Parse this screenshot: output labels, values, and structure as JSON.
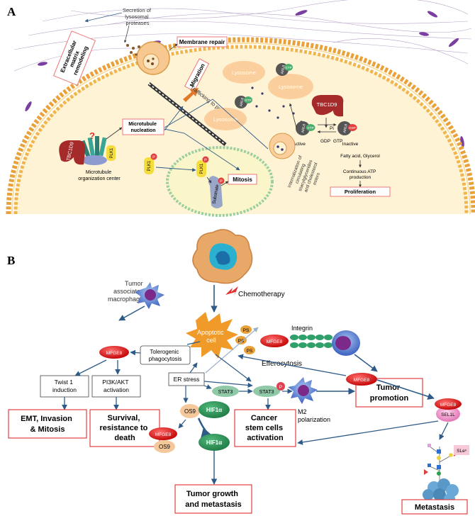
{
  "panel_a": {
    "letter": "A",
    "secretion": [
      "Secretion of",
      "lysosomal",
      "proteases"
    ],
    "ecm": [
      "Extracellular",
      "matrix",
      "remodeling"
    ],
    "membrane_repair": "Membrane repair",
    "migration": "Migration",
    "trafficking": "Trafficking to periphery",
    "lysosome": "Lysosome",
    "arl8": "ARL8",
    "gtp": "GTP",
    "gdp": "GDP",
    "tbc1d9": "TBC1D9",
    "pi": "Pi",
    "active": "Active",
    "inactive": "Inactive",
    "question": "?",
    "plk1": "PLK1",
    "mt_nucleation": [
      "Microtubule",
      "nucleation"
    ],
    "mtoc": [
      "Microtubule",
      "organization center"
    ],
    "mitosis": "Mitosis",
    "substrate": "Substrate",
    "p": "P",
    "internalization": [
      "Internalization of",
      "circulating",
      "triacylglycerides",
      "and cholesterol",
      "esters"
    ],
    "fatty_acid": "Fatty acid, Glycerol",
    "atp": [
      "Continuous ATP",
      "production"
    ],
    "proliferation": "Proliferation"
  },
  "panel_b": {
    "letter": "B",
    "tam": [
      "Tumor",
      "associated",
      "macrophage"
    ],
    "chemotherapy": "Chemotherapy",
    "integrin": "Integrin",
    "ps": "PS",
    "mfge8": "MFGE8",
    "apoptotic": [
      "Apoptotic",
      "cell"
    ],
    "tolerogenic": [
      "Tolerogenic",
      "phagocytosis"
    ],
    "efferocytosis": "Efferocytosis",
    "twist": [
      "Twist 1",
      "induction"
    ],
    "pi3k": [
      "PI3K/AKT",
      "activation"
    ],
    "er_stress": "ER stress",
    "stat3": "STAT3",
    "p": "P",
    "os9": "OS9",
    "hif1a": "HIF1α",
    "sel1l": "SEL1L",
    "emt": [
      "EMT, Invasion",
      "& Mitosis"
    ],
    "survival": [
      "Survival,",
      "resistance to",
      "death"
    ],
    "tumor_promotion": [
      "Tumor",
      "promotion"
    ],
    "cancer_stem": [
      "Cancer",
      "stem cells",
      "activation"
    ],
    "m2": [
      "M2",
      "polarization"
    ],
    "tumor_growth": [
      "Tumor growth",
      "and metastasis"
    ],
    "metastasis": "Metastasis",
    "slex": "SLeˣ"
  }
}
